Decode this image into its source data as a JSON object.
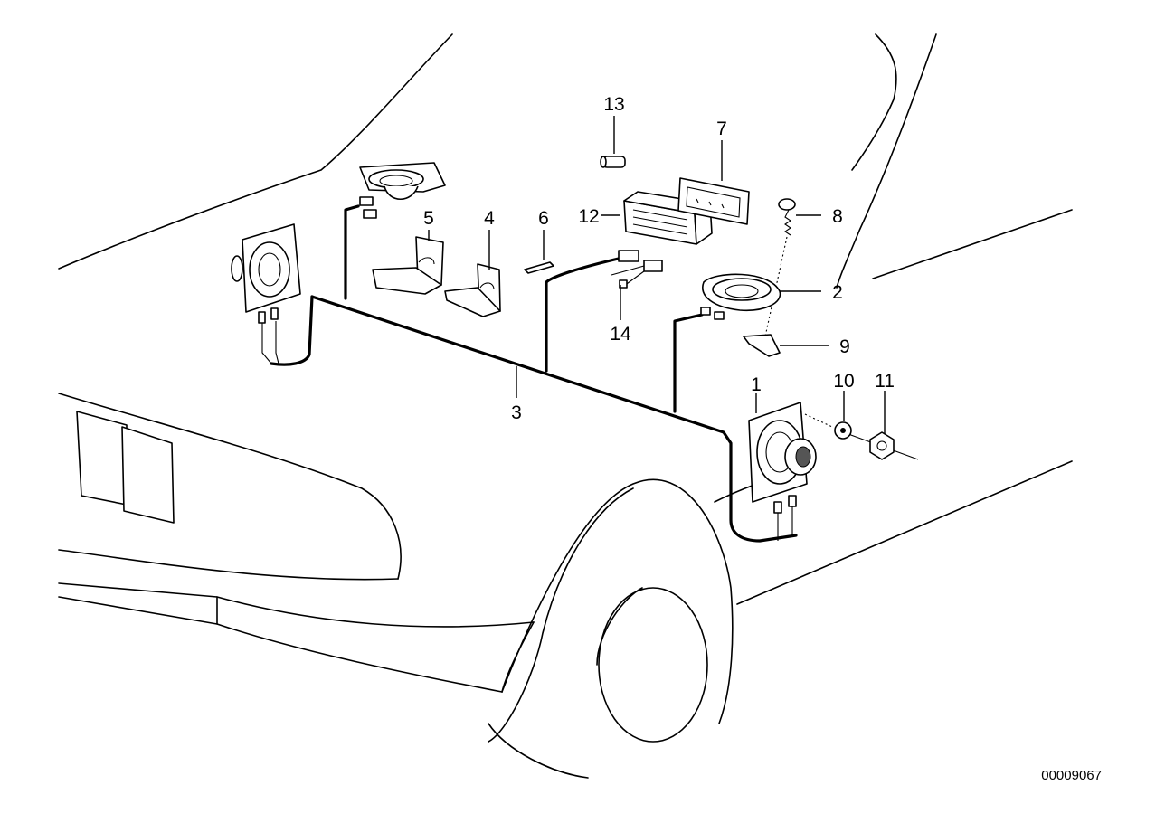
{
  "diagram": {
    "document_number": "00009067",
    "callouts": [
      {
        "id": "1",
        "label": "1"
      },
      {
        "id": "2",
        "label": "2"
      },
      {
        "id": "3",
        "label": "3"
      },
      {
        "id": "4",
        "label": "4"
      },
      {
        "id": "5",
        "label": "5"
      },
      {
        "id": "6",
        "label": "6"
      },
      {
        "id": "7",
        "label": "7"
      },
      {
        "id": "8",
        "label": "8"
      },
      {
        "id": "9",
        "label": "9"
      },
      {
        "id": "10",
        "label": "10"
      },
      {
        "id": "11",
        "label": "11"
      },
      {
        "id": "12",
        "label": "12"
      },
      {
        "id": "13",
        "label": "13"
      },
      {
        "id": "14",
        "label": "14"
      }
    ]
  }
}
